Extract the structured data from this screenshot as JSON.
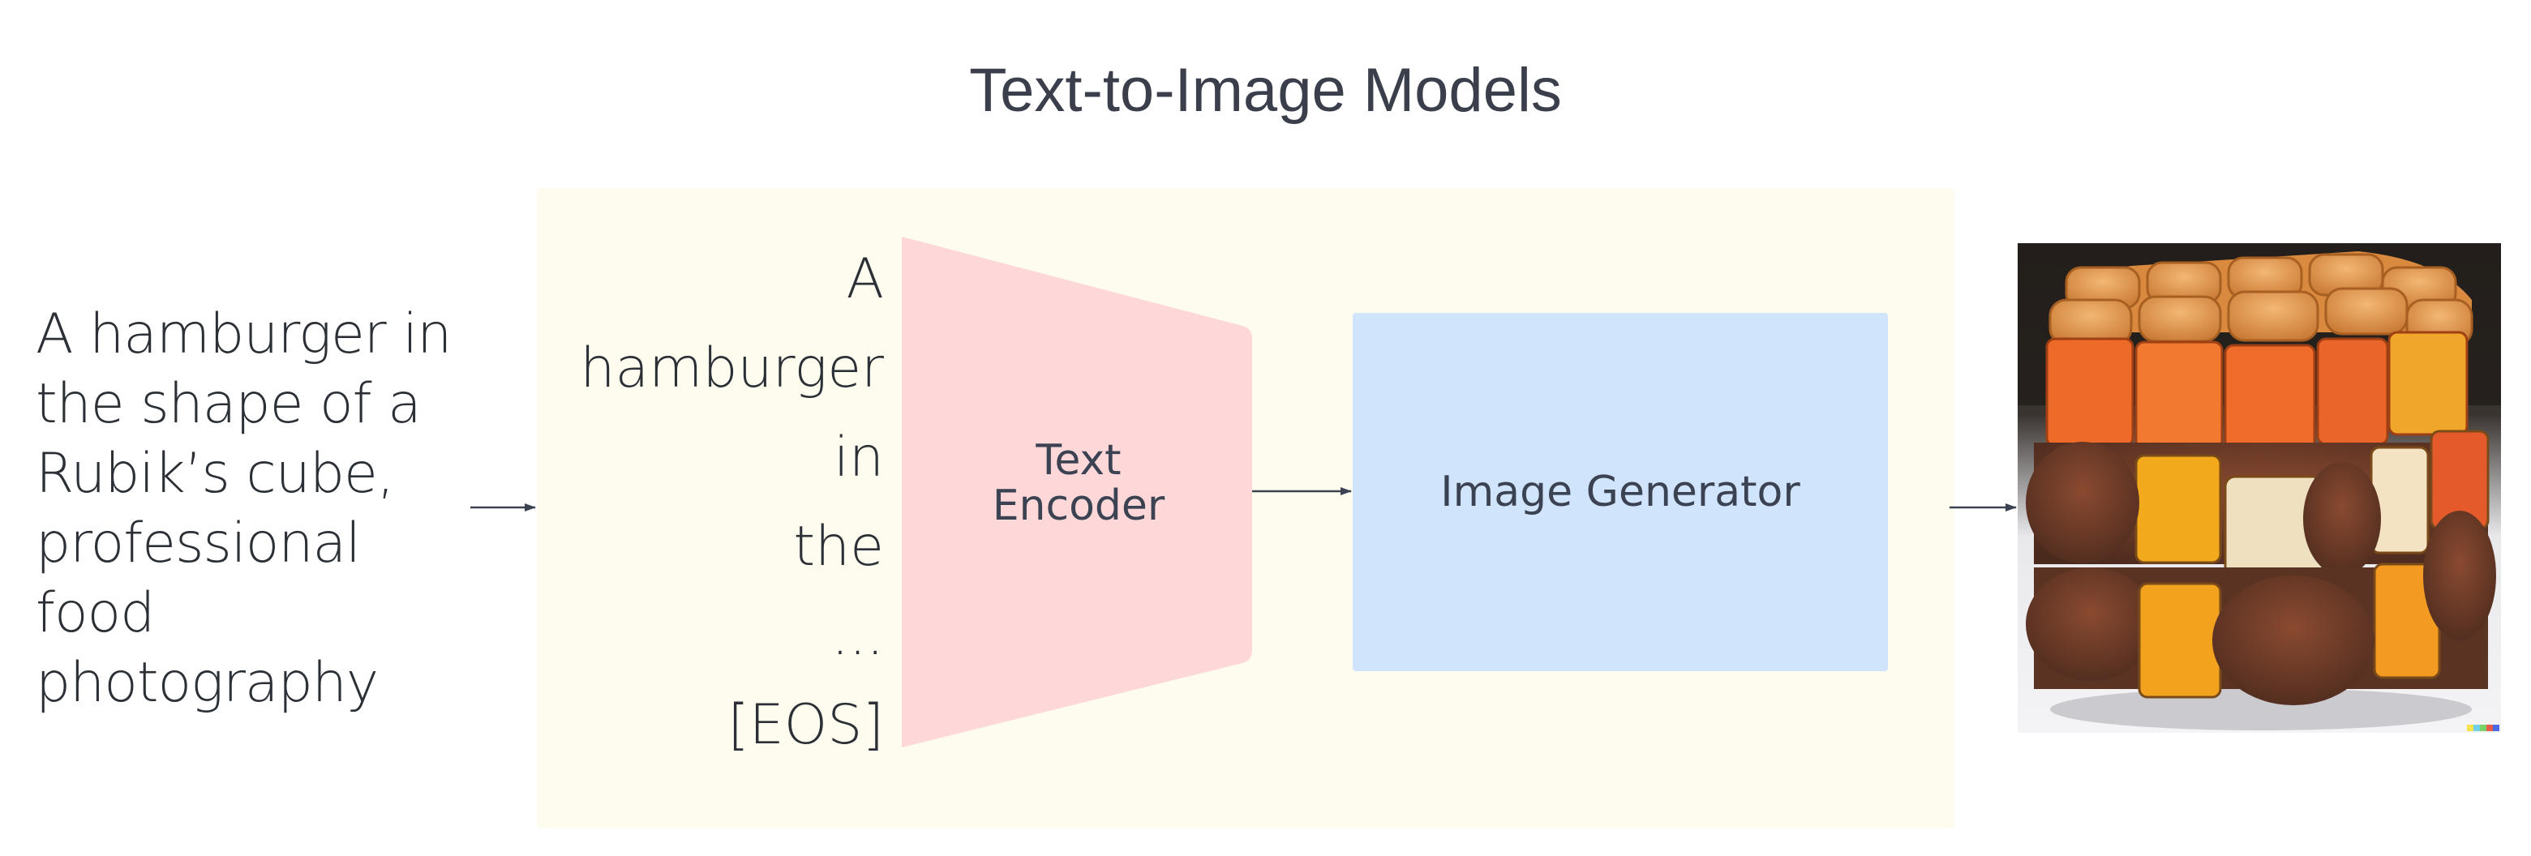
{
  "title": "Text-to-Image Models",
  "prompt_lines": [
    "A hamburger in",
    "the shape of a",
    "Rubik’s cube,",
    "professional",
    "food",
    "photography"
  ],
  "tokens": [
    "A",
    "hamburger",
    "in",
    "the",
    "...",
    "[EOS]"
  ],
  "encoder": {
    "label_line1": "Text",
    "label_line2": "Encoder",
    "color": "#fed7d9"
  },
  "generator": {
    "label": "Image Generator",
    "color": "#d0e4fc"
  },
  "panel_color": "#fdfcee"
}
